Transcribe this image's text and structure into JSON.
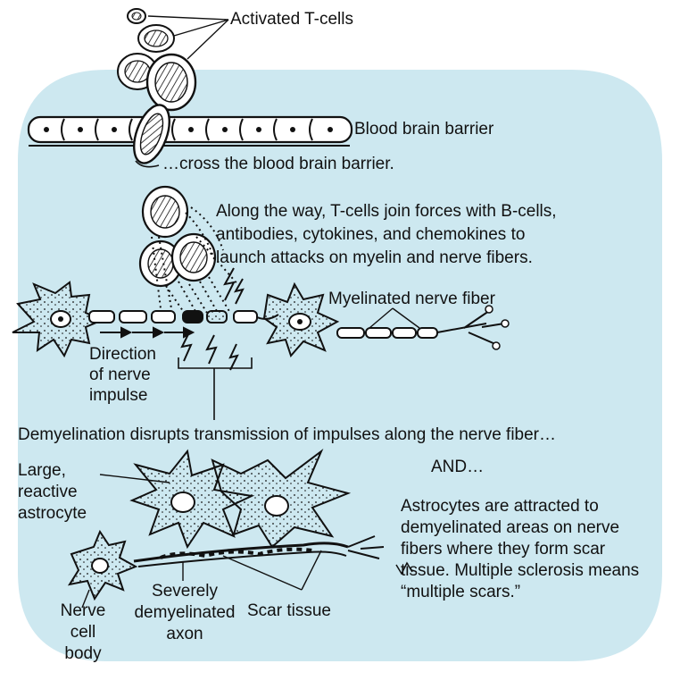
{
  "labels": {
    "activated_t_cells": "Activated T-cells",
    "blood_brain_barrier": "Blood brain barrier",
    "cross_barrier": "…cross the blood brain barrier.",
    "along_the_way": "Along the way, T-cells join forces with B-cells,\nantibodies, cytokines, and chemokines to\nlaunch attacks on myelin and nerve fibers.",
    "myelinated_fiber": "Myelinated nerve fiber",
    "direction": "Direction\nof nerve\nimpulse",
    "demyelination": "Demyelination disrupts transmission of impulses along the nerve fiber…",
    "large_astrocyte": "Large,\nreactive\nastrocyte",
    "and": "AND…",
    "astrocytes_text": "Astrocytes are attracted to\ndemyelinated areas on nerve\nfibers where they form scar\ntissue.  Multiple sclerosis means\n“multiple scars.”",
    "nerve_cell_body": "Nerve\ncell\nbody",
    "severely_demyelinated": "Severely\ndemyelinated\naxon",
    "scar_tissue": "Scar tissue"
  },
  "colors": {
    "background_panel": "#cde8f0",
    "ink": "#111111",
    "cell_fill": "#ffffff"
  }
}
